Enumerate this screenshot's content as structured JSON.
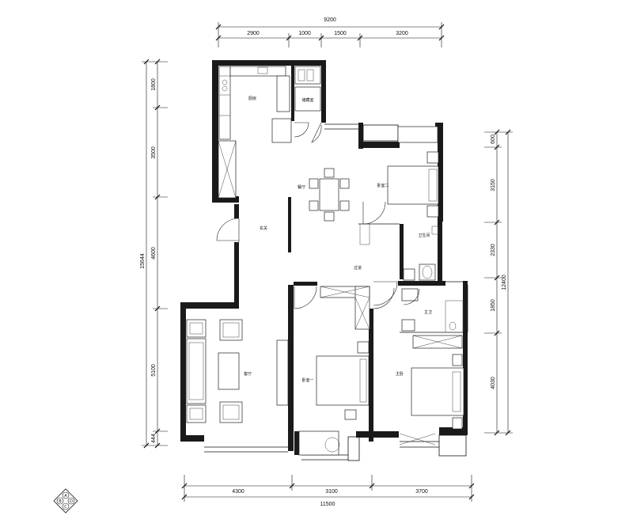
{
  "dimensions": {
    "top_total": "9200",
    "top_segments": [
      "2900",
      "1000",
      "1500",
      "3200"
    ],
    "bottom_total": "11500",
    "bottom_segments": [
      "4300",
      "3100",
      "3700"
    ],
    "left_total": "15644",
    "left_segments": [
      "1800",
      "3500",
      "4600",
      "5100",
      "444"
    ],
    "right_total": "12400",
    "right_segments": [
      "600",
      "3150",
      "2330",
      "1850",
      "4030"
    ]
  },
  "rooms": {
    "kitchen": "厨房",
    "storage": "储藏室",
    "dining": "餐厅",
    "foyer": "玄关",
    "corridor": "过道",
    "bedroom2": "卧室二",
    "bathroom2": "卫生间",
    "master_bath": "主卫",
    "living": "客厅",
    "bedroom1": "卧室一",
    "master": "主卧"
  },
  "compass": {
    "a": "A",
    "b": "B",
    "c": "C",
    "d": "D"
  }
}
